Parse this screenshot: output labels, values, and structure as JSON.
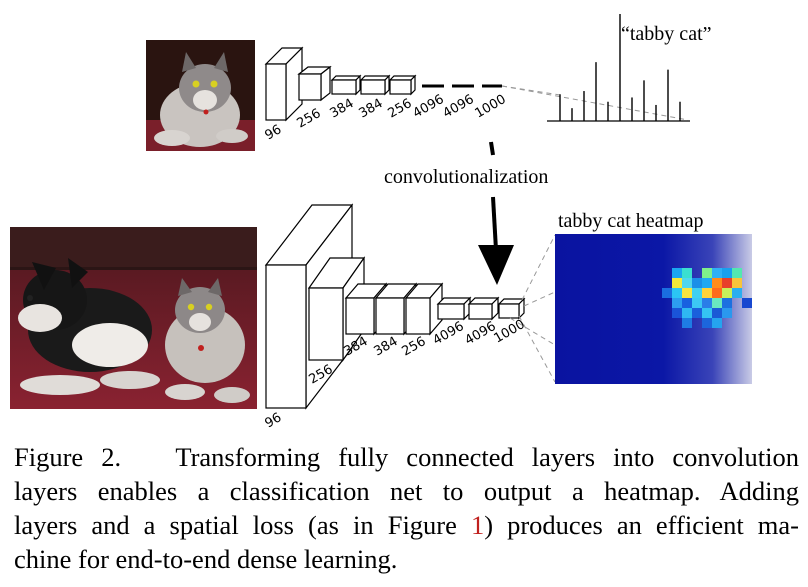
{
  "top_net": {
    "label": "“tabby cat”",
    "layer_sizes": [
      "96",
      "256",
      "384",
      "384",
      "256",
      "4096",
      "4096",
      "1000"
    ],
    "bar_values": [
      0.25,
      0.12,
      0.28,
      0.55,
      0.18,
      1.0,
      0.22,
      0.38,
      0.15,
      0.48,
      0.18
    ]
  },
  "transform_label": "convolutionalization",
  "bottom_net": {
    "heatmap_label": "tabby cat heatmap",
    "layer_sizes": [
      "96",
      "256",
      "384",
      "384",
      "256",
      "4096",
      "4096",
      "1000"
    ]
  },
  "caption": {
    "figure_label": "Figure 2.",
    "line1_rest": "Transforming fully connected layers into convolution",
    "line2": "layers enables a classification net to output a heatmap.  Adding",
    "line3_before": "layers and a spatial loss (as in Figure ",
    "line3_ref": "1",
    "line3_after": ") produces an efficient ma-",
    "line4": "chine for end-to-end dense learning."
  },
  "colors": {
    "ref": "#c0201e",
    "heatmap_bg": "#0a13a0",
    "sofa": "#7a1f2a"
  }
}
